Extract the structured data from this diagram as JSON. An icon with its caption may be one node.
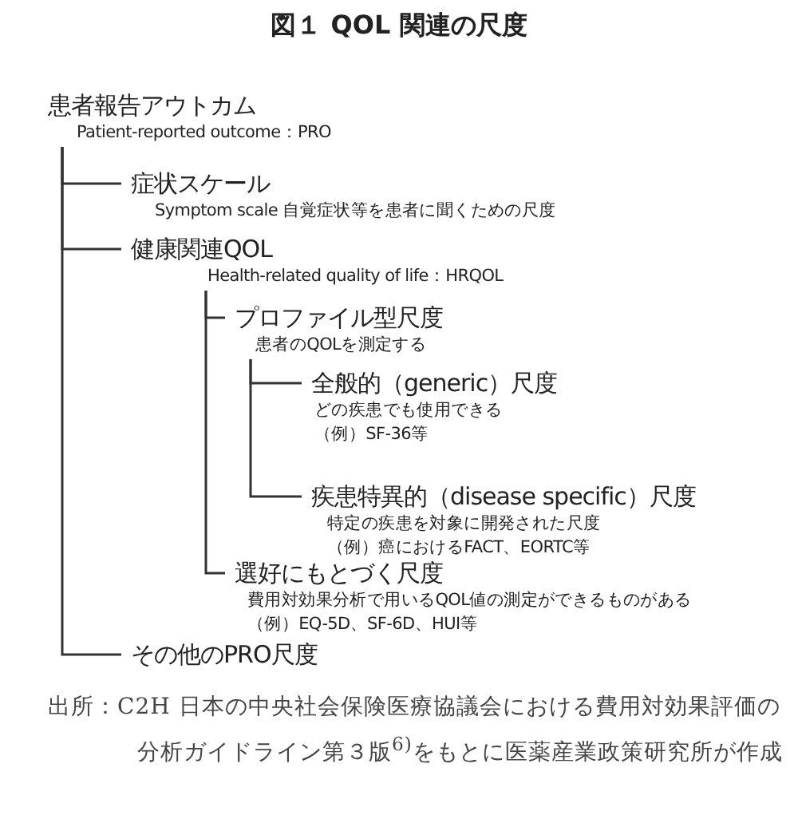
{
  "diagram": {
    "title": "図１ QOL 関連の尺度",
    "caption": "出所：C2H 日本の中央社会保険医療協議会における費用対効果評価の分析ガイドライン第３版$^{6)}$をもとに医薬産業政策研究所が作成",
    "nodes": [
      {
        "text": [
          "患者報告アウトカム",
          "Patient-reported outcome：PRO"
        ]
      },
      {
        "text": [
          "症状スケール",
          "Symptom scale 自覚症状等を患者に聞くための尺度"
        ]
      },
      {
        "text": [
          "健康関連QOL",
          "Health-related quality of life：HRQOL"
        ]
      },
      {
        "text": [
          "プロファイル型尺度",
          "患者のQOLを測定する"
        ]
      },
      {
        "text": [
          "全般的（generic）尺度",
          "どの疾患でも使用できる",
          "（例）SF-36等"
        ]
      },
      {
        "text": [
          "疾患特異的（disease specific）尺度",
          "特定の疾患を対象に開発された尺度",
          "（例）癌におけるFACT、EORTC等"
        ]
      },
      {
        "text": [
          "選好にもとづく尺度",
          "費用対効果分析で用いるQOL値の測定ができるものがある",
          "（例）EQ-5D、SF-6D、HUI等"
        ]
      },
      {
        "text": [
          "その他のPRO尺度"
        ]
      }
    ],
    "edges": [
      {
        "from": 0,
        "to": 1,
        "arrow": "none"
      },
      {
        "from": 0,
        "to": 2,
        "arrow": "none"
      },
      {
        "from": 0,
        "to": 7,
        "arrow": "none"
      },
      {
        "from": 2,
        "to": 3,
        "arrow": "none"
      },
      {
        "from": 2,
        "to": 6,
        "arrow": "none"
      },
      {
        "from": 3,
        "to": 4,
        "arrow": "none"
      },
      {
        "from": 3,
        "to": 5,
        "arrow": "none"
      }
    ]
  }
}
